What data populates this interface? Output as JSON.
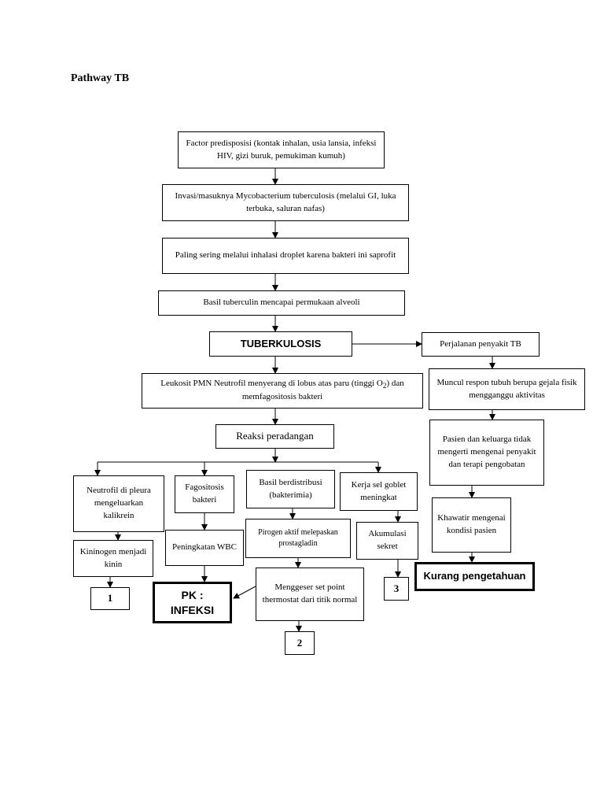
{
  "title": "Pathway TB",
  "nodes": {
    "factor": "Factor predisposisi (kontak inhalan, usia lansia, infeksi HIV, gizi buruk, pemukiman kumuh)",
    "invasi": "Invasi/masuknya Mycobacterium tuberculosis (melalui GI, luka terbuka, saluran nafas)",
    "paling": "Paling sering melalui inhalasi droplet karena bakteri ini saprofit",
    "basil": "Basil tuberculin mencapai permukaan alveoli",
    "tb": "TUBERKULOSIS",
    "perjalanan": "Perjalanan penyakit TB",
    "muncul": "Muncul respon tubuh berupa gejala fisik mengganggu aktivitas",
    "leukosit_a": "Leukosit PMN Neutrofil menyerang di lobus atas paru (tinggi O",
    "leukosit_sub": "2",
    "leukosit_b": ") dan memfagositosis bakteri",
    "pasien": "Pasien dan keluarga tidak mengerti mengenai penyakit dan terapi pengobatan",
    "reaksi": "Reaksi peradangan",
    "neutrofil": "Neutrofil di pleura mengeluarkan kalikrein",
    "fagositosis": "Fagositosis bakteri",
    "basil_dist": "Basil berdistribusi (bakterimia)",
    "kerja": "Kerja sel goblet meningkat",
    "khawatir": "Khawatir mengenai kondisi pasien",
    "pirogen": "Pirogen aktif melepaskan prostagladin",
    "peningkatan": "Peningkatan WBC",
    "akumulasi": "Akumulasi sekret",
    "kininogen": "Kininogen menjadi kinin",
    "kurang": "Kurang pengetahuan",
    "menggeser": "Menggeser set point thermostat dari titik normal",
    "pk": "PK : INFEKSI",
    "n1": "1",
    "n2": "2",
    "n3": "3"
  }
}
